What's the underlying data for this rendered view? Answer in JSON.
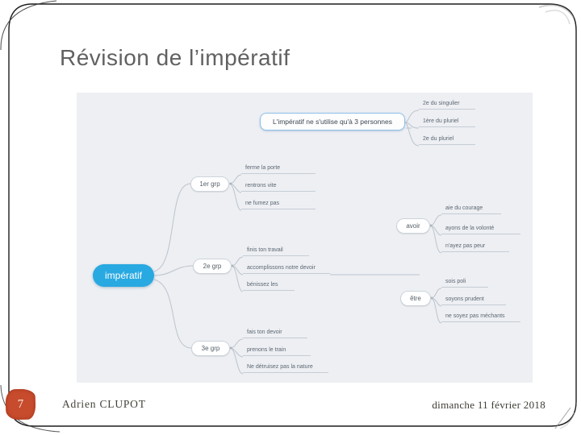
{
  "slide": {
    "title": "Révision de l’impératif",
    "page_number": "7",
    "author": "Adrien CLUPOT",
    "date": "dimanche 11 février 2018"
  },
  "mindmap": {
    "root_label": "impératif",
    "rule": {
      "label": "L'impératif ne s'utilise qu'à 3 personnes",
      "persons": [
        "2e du singulier",
        "1ère du pluriel",
        "2e du pluriel"
      ]
    },
    "groups": [
      {
        "label": "1er grp",
        "examples": [
          "ferme la porte",
          "rentrons vite",
          "ne fumez pas"
        ]
      },
      {
        "label": "2e grp",
        "examples": [
          "finis ton travail",
          "accomplissons notre devoir",
          "bénissez les"
        ]
      },
      {
        "label": "3e grp",
        "examples": [
          "fais ton devoir",
          "prenons le train",
          "Ne détruisez pas la nature"
        ]
      }
    ],
    "verbs": [
      {
        "label": "avoir",
        "examples": [
          "aie du courage",
          "ayons de la volonté",
          "n'ayez pas peur"
        ]
      },
      {
        "label": "être",
        "examples": [
          "sois poli",
          "soyons prudent",
          "ne soyez pas méchants"
        ]
      }
    ],
    "colors": {
      "root_fill": "#29a9e1",
      "rule_border": "#8fc0e8",
      "connector": "#bcc4cc",
      "canvas_bg": "#edeff3",
      "node_border": "#ccd3da"
    }
  },
  "footer": {
    "page_badge_color": "#c74b2d"
  }
}
